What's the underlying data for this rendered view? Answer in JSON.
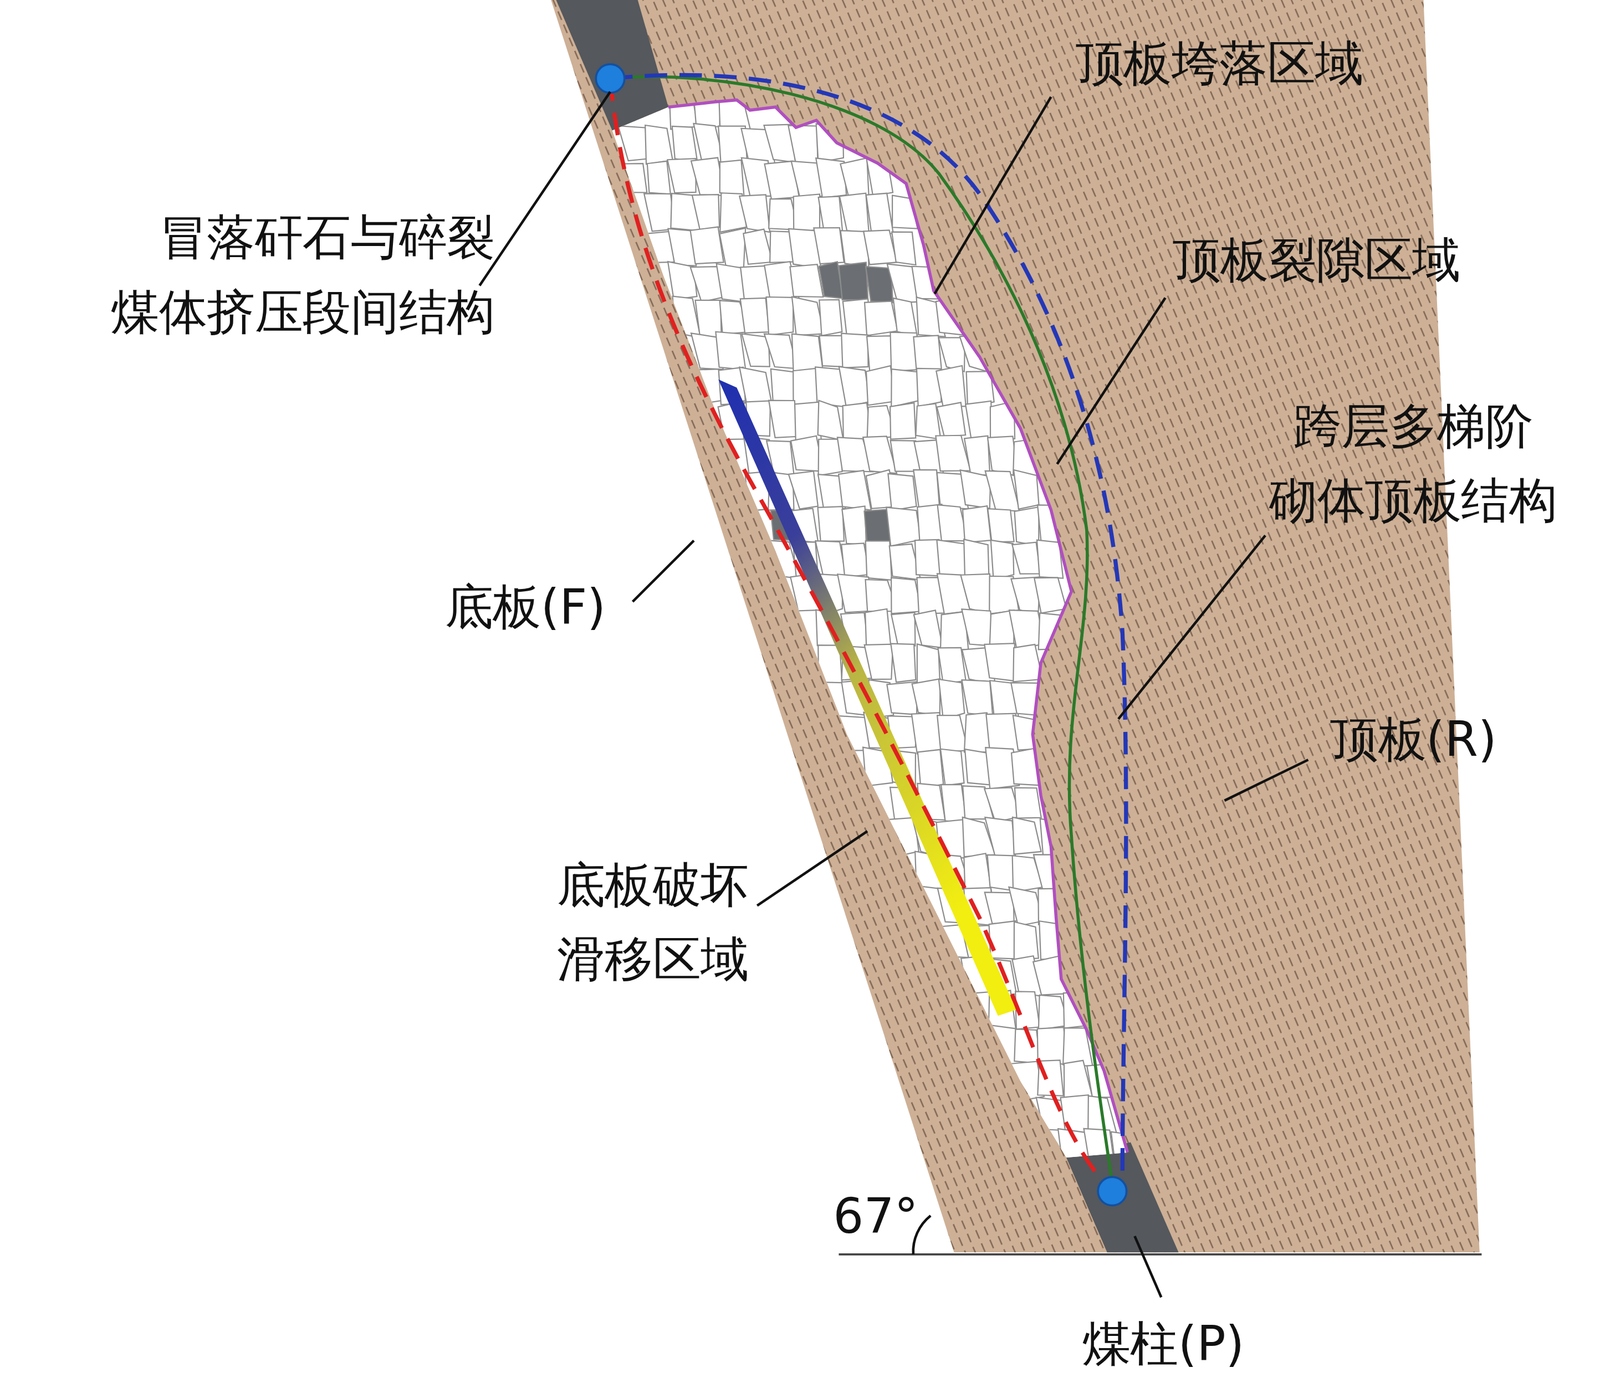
{
  "diagram": {
    "labels": [
      "顶板垮落区域",
      "冒落矸石与碎裂 煤体挤压段间结构",
      "顶板裂隙区域",
      "跨层多梯阶 砌体顶板结构",
      "底板(F)",
      "顶板(R)",
      "底板破坏 滑移区域",
      "煤柱(P)",
      "67°"
    ]
  }
}
